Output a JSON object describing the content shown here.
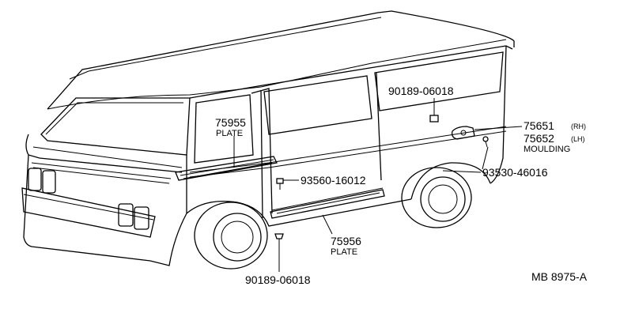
{
  "diagram": {
    "callouts": {
      "clip_top": {
        "part_no": "90189-06018"
      },
      "plate_front": {
        "part_no": "75955",
        "caption": "PLATE"
      },
      "screw_left": {
        "part_no": "93560-16012"
      },
      "moulding_rh": {
        "part_no": "75651",
        "side": "(RH)"
      },
      "moulding_lh": {
        "part_no": "75652",
        "side": "(LH)",
        "caption": "MOULDING"
      },
      "screw_right": {
        "part_no": "93530-46016"
      },
      "plate_step": {
        "part_no": "75956",
        "caption": "PLATE"
      },
      "clip_bottom": {
        "part_no": "90189-06018"
      }
    },
    "figure_id": "MB 8975-A"
  }
}
